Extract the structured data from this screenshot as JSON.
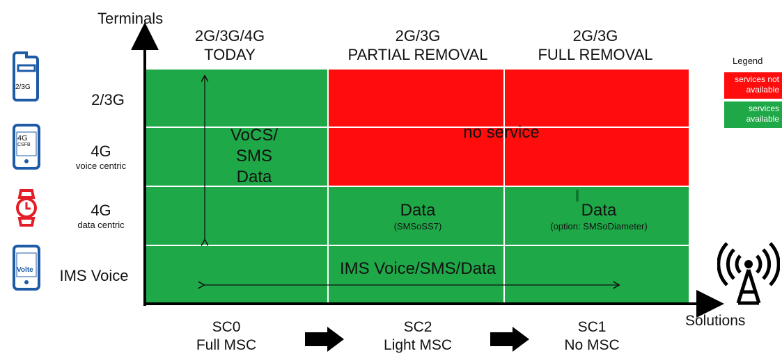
{
  "axes": {
    "y_label": "Terminals",
    "x_label": "Solutions"
  },
  "columns": [
    {
      "line1": "2G/3G/4G",
      "line2": "TODAY"
    },
    {
      "line1": "2G/3G",
      "line2": "PARTIAL REMOVAL"
    },
    {
      "line1": "2G/3G",
      "line2": "FULL REMOVAL"
    }
  ],
  "rows": [
    {
      "label": "2/3G",
      "sublabel": "",
      "icon_text": "2/3G"
    },
    {
      "label": "4G",
      "sublabel": "voice centric",
      "icon_text": "4G",
      "icon_subtext": "CSFB"
    },
    {
      "label": "4G",
      "sublabel": "data centric"
    },
    {
      "label": "IMS Voice",
      "sublabel": "",
      "icon_text": "Volte"
    }
  ],
  "cells": {
    "today": [
      "VoCS/",
      "SMS",
      "Data"
    ],
    "no_service": "no service",
    "partial_data": "Data",
    "partial_data_note": "(SMSoSS7)",
    "full_data": "Data",
    "full_data_note": "(option: SMSoDiameter)",
    "ims": "IMS Voice/SMS/Data"
  },
  "solutions": [
    {
      "code": "SC0",
      "name": "Full MSC"
    },
    {
      "code": "SC2",
      "name": "Light MSC"
    },
    {
      "code": "SC1",
      "name": "No MSC"
    }
  ],
  "legend": {
    "title": "Legend",
    "items": [
      {
        "line1": "services not",
        "line2": "available",
        "color": "#ff0d0d"
      },
      {
        "line1": "services",
        "line2": "available",
        "color": "#1fa848"
      }
    ]
  },
  "colors": {
    "available": "#1fa848",
    "not_available": "#ff0d0d",
    "phone_icon": "#1f5aa6",
    "watch_icon": "#e41e26"
  }
}
